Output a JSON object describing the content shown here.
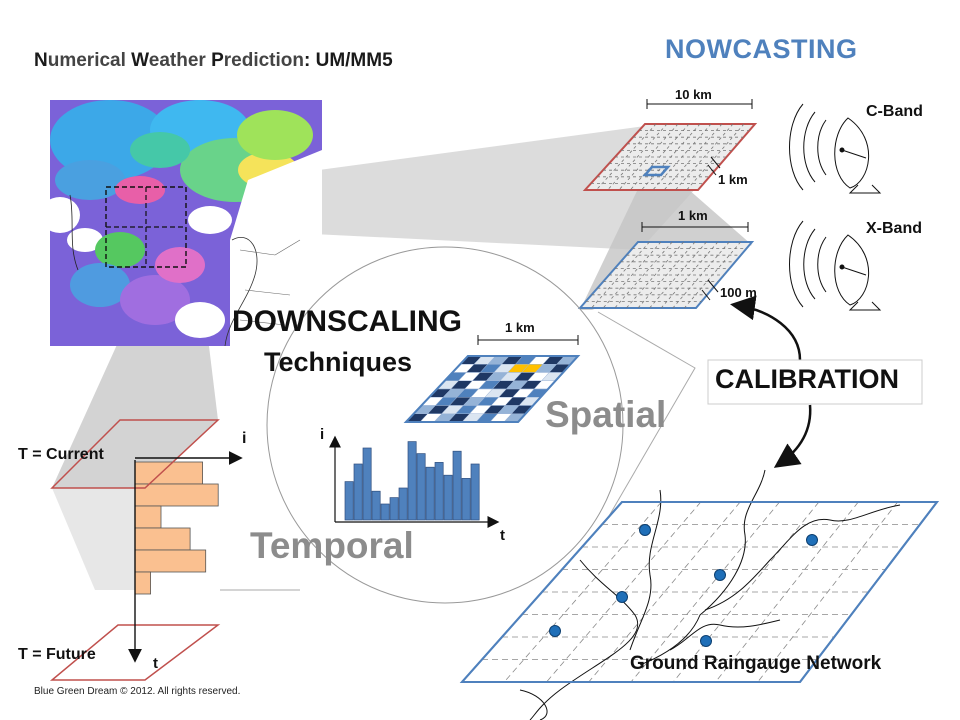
{
  "title_nwp": {
    "part1_letter": "N",
    "part1_rest": "umerical ",
    "part2_letter": "W",
    "part2_rest": "eather ",
    "part3_letter": "P",
    "part3_rest": "rediction",
    "suffix": ": UM/MM5"
  },
  "title_nowcasting": "NOWCASTING",
  "scales": {
    "ten_km": "10 km",
    "one_km_a": "1 km",
    "one_km_b": "1 km",
    "hundred_m": "100 m",
    "one_km_c": "1 km"
  },
  "radars": {
    "c_band": "C-Band",
    "x_band": "X-Band"
  },
  "downscaling": {
    "title": "DOWNSCALING",
    "subtitle": "Techniques",
    "spatial": "Spatial",
    "temporal": "Temporal"
  },
  "calibration": "CALIBRATION",
  "time_axis": {
    "current": "T = Current",
    "future": "T = Future",
    "i_label": "i",
    "t_label": "t"
  },
  "histogram_inset": {
    "i_label": "i",
    "t_label": "t",
    "values": [
      0.48,
      0.7,
      0.9,
      0.36,
      0.2,
      0.28,
      0.4,
      0.98,
      0.83,
      0.66,
      0.72,
      0.56,
      0.86,
      0.52,
      0.7
    ]
  },
  "temporal_bars": [
    0.65,
    0.8,
    0.25,
    0.53,
    0.68,
    0.15
  ],
  "ground_network": "Ground Raingauge Network",
  "copyright": "Blue Green Dream © 2012. All rights reserved.",
  "colors": {
    "nowcasting": "#4f81bd",
    "red_grid": "#c0504d",
    "blue_grid": "#4f81bd",
    "bar_orange": "#fac090",
    "bar_blue": "#4f81bd",
    "label_grey": "#8c8c8c",
    "highlight": "#ffc000"
  }
}
